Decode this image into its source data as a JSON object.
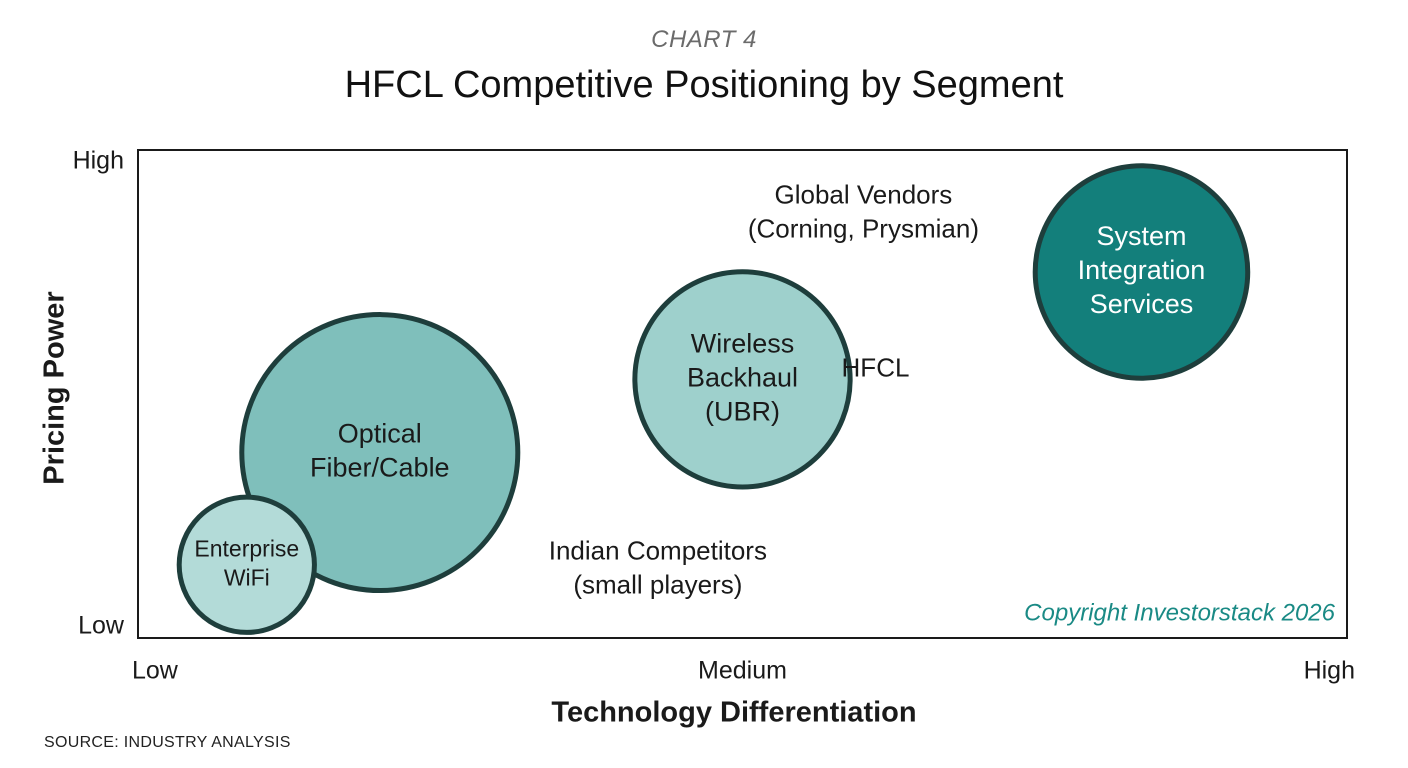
{
  "header": {
    "chart_label": "CHART 4",
    "title": "HFCL Competitive Positioning by Segment"
  },
  "footer": {
    "source": "SOURCE: INDUSTRY ANALYSIS"
  },
  "colors": {
    "frame": "#1a1a1a",
    "bubble_stroke": "#1e3e3c",
    "watermark": "#1a8a85"
  },
  "chart_data": {
    "type": "scatter",
    "title": "HFCL Competitive Positioning by Segment",
    "xlabel": "Technology Differentiation",
    "ylabel": "Pricing Power",
    "x_ticks": [
      {
        "value": 0,
        "label": "Low"
      },
      {
        "value": 0.5,
        "label": "Medium"
      },
      {
        "value": 1,
        "label": "High"
      }
    ],
    "y_ticks": [
      {
        "value": 0,
        "label": "Low"
      },
      {
        "value": 1,
        "label": "High"
      }
    ],
    "xlim": [
      0,
      1
    ],
    "ylim": [
      0,
      1
    ],
    "grid": false,
    "legend": "none",
    "series": [
      {
        "label": [
          "Optical",
          "Fiber/Cable"
        ],
        "x": 0.2,
        "y": 0.38,
        "size": 1.0,
        "color": "#7fbfbb",
        "text_color": "#1a1a1a"
      },
      {
        "label": [
          "Enterprise",
          "WiFi"
        ],
        "x": 0.09,
        "y": 0.15,
        "size": 0.49,
        "color": "#b3dbd8",
        "text_color": "#1a1a1a"
      },
      {
        "label": [
          "Wireless",
          "Backhaul",
          "(UBR)"
        ],
        "x": 0.5,
        "y": 0.53,
        "size": 0.78,
        "color": "#9ed0cc",
        "text_color": "#1a1a1a"
      },
      {
        "label": [
          "System",
          "Integration",
          "Services"
        ],
        "x": 0.83,
        "y": 0.75,
        "size": 0.77,
        "color": "#137f7b",
        "text_color": "#ffffff"
      }
    ],
    "annotations": [
      {
        "text": [
          "Global Vendors",
          "(Corning, Prysmian)"
        ],
        "x": 0.6,
        "y": 0.87
      },
      {
        "text": [
          "HFCL"
        ],
        "x": 0.61,
        "y": 0.55
      },
      {
        "text": [
          "Indian Competitors",
          "(small players)"
        ],
        "x": 0.43,
        "y": 0.14
      }
    ],
    "watermark": "Copyright Investorstack 2026"
  }
}
